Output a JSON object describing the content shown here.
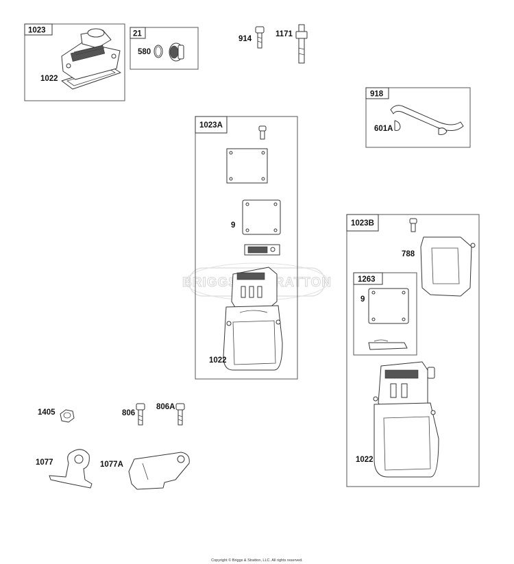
{
  "watermark": "BRIGGS & STRATTON",
  "copyright": "Copyright © Briggs & Stratton, LLC. All rights reserved.",
  "groups": {
    "g1023": "1023",
    "g21": "21",
    "g918": "918",
    "g1023A": "1023A",
    "g1023B": "1023B",
    "g1263": "1263"
  },
  "parts": {
    "p1022_top": "1022",
    "p580": "580",
    "p914": "914",
    "p1171": "1171",
    "p601A": "601A",
    "p9_a": "9",
    "p1022_a": "1022",
    "p788": "788",
    "p9_b": "9",
    "p1022_b": "1022",
    "p1405": "1405",
    "p806": "806",
    "p806A": "806A",
    "p1077": "1077",
    "p1077A": "1077A"
  }
}
